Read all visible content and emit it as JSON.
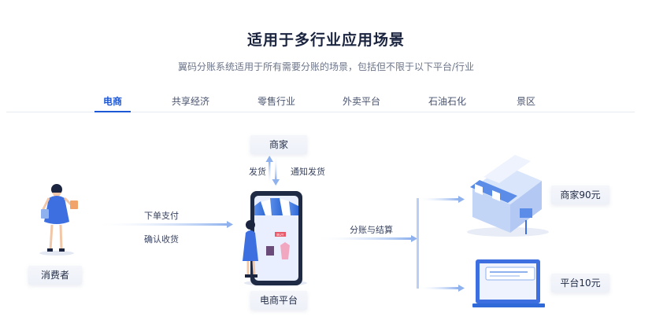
{
  "header": {
    "title": "适用于多行业应用场景",
    "subtitle": "翼码分账系统适用于所有需要分账的场景，包括但不限于以下平台/行业"
  },
  "tabs": [
    {
      "label": "电商"
    },
    {
      "label": "共享经济"
    },
    {
      "label": "零售行业"
    },
    {
      "label": "外卖平台"
    },
    {
      "label": "石油石化"
    },
    {
      "label": "景区"
    }
  ],
  "diagram": {
    "consumer": "消费者",
    "merchant_top": "商家",
    "platform": "电商平台",
    "ship": "发货",
    "notify_ship": "通知发货",
    "place_order": "下单支付",
    "confirm_receipt": "确认收货",
    "split_settle": "分账与结算",
    "merchant_share": "商家90元",
    "platform_share": "平台10元",
    "buy_tag": "BUY"
  },
  "colors": {
    "accent": "#1d59d6",
    "text_dark": "#1b2540",
    "text_muted": "#6b7489",
    "arrow": "#8fb2ee"
  }
}
